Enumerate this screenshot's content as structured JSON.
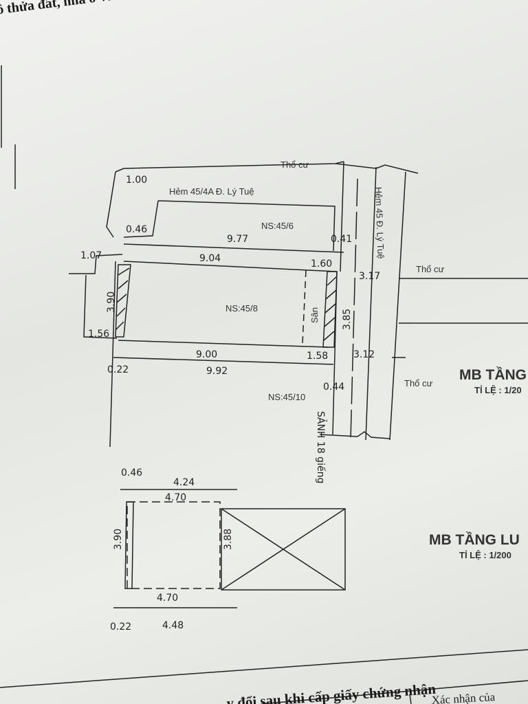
{
  "header_text": "ồ thửa đất, nhà ở và",
  "footer": {
    "heading": "y đổi sau khi cấp giấy chứng nhận",
    "right_cell": "Xác nhận của"
  },
  "plan_ground": {
    "title": "MB TẦNG",
    "scale": "TỈ LỆ : 1/20"
  },
  "plan_upper": {
    "title": "MB TẦNG LU",
    "scale": "TỈ LỆ : 1/200"
  },
  "labels": {
    "tho_cu_top": "Thổ cư",
    "tho_cu_right": "Thổ cư",
    "tho_cu_bottom": "Thổ cư",
    "alley_top": "Hẻm 45/4A Đ. Lý Tuệ",
    "alley_right": "Hẻm 45 Đ. Lý Tuệ",
    "ns_456": "NS:45/6",
    "ns_458": "NS:45/8",
    "ns_4510": "NS:45/10",
    "san": "Sân",
    "sanh": "SẢNH 18 giếng"
  },
  "dimensions": {
    "d100": "1.00",
    "d046_top": "0.46",
    "d977": "9.77",
    "d041": "0.41",
    "d107": "1.07",
    "d904": "9.04",
    "d160": "1.60",
    "d390": "3.90",
    "d385": "3.85",
    "d317": "3.17",
    "d156": "1.56",
    "d900": "9.00",
    "d158": "1.58",
    "d312": "3.12",
    "d022": "0.22",
    "d992": "9.92",
    "d044": "0.44"
  },
  "upper_dimensions": {
    "d046": "0.46",
    "d424": "4.24",
    "d470_top": "4.70",
    "d390": "3.90",
    "d388": "3.88",
    "d470_bottom": "4.70",
    "d022": "0.22",
    "d448": "4.48"
  }
}
